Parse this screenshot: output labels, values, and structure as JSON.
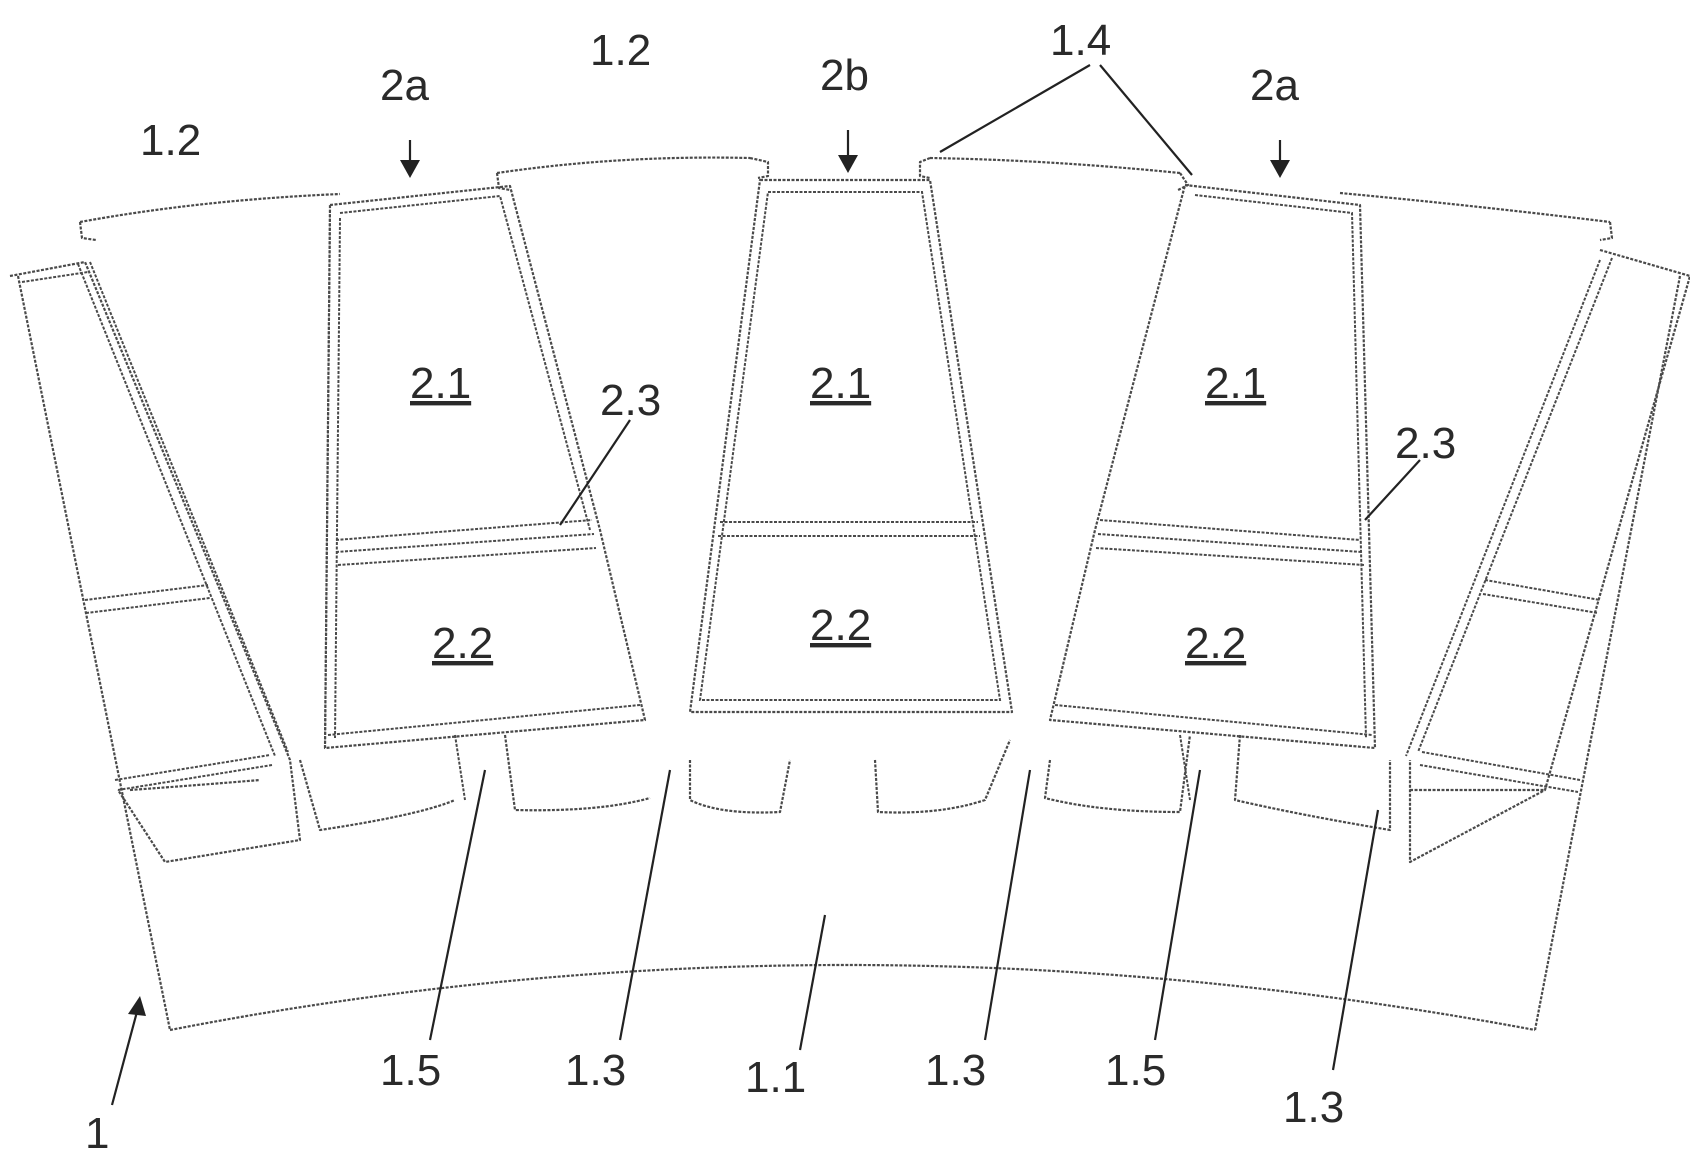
{
  "labels": {
    "part_1": "1",
    "yoke": "1.1",
    "tooth": "1.2",
    "slot": "1.3",
    "pole_shoe": "1.4",
    "groove": "1.5",
    "coil_a": "2a",
    "coil_b": "2b",
    "winding_outer": "2.1",
    "winding_inner": "2.2",
    "insulation": "2.3"
  }
}
